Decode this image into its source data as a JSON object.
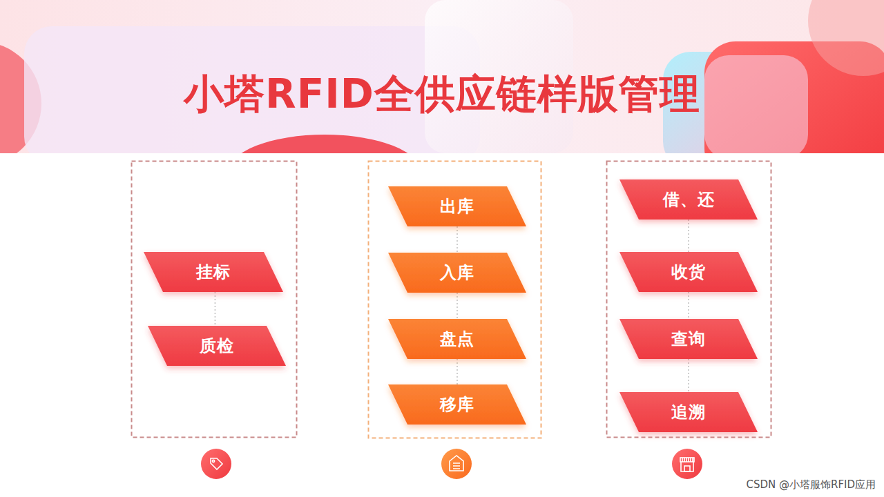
{
  "diagram": {
    "title": "小塔RFID全供应链样版管理",
    "nodes": [
      {
        "text": [
          "挂标"
        ]
      },
      {
        "text": [
          "质检"
        ]
      },
      {
        "text": [
          "出库"
        ]
      },
      {
        "text": [
          "入库"
        ]
      },
      {
        "text": [
          "盘点"
        ]
      },
      {
        "text": [
          "移库"
        ]
      },
      {
        "text": [
          "借、还"
        ]
      },
      {
        "text": [
          "收货"
        ]
      },
      {
        "text": [
          "查询"
        ]
      },
      {
        "text": [
          "追溯"
        ]
      }
    ],
    "edges": [
      {
        "from": 0,
        "to": 1,
        "arrow": "none"
      },
      {
        "from": 2,
        "to": 3,
        "arrow": "none"
      },
      {
        "from": 3,
        "to": 4,
        "arrow": "none"
      },
      {
        "from": 4,
        "to": 5,
        "arrow": "none"
      },
      {
        "from": 6,
        "to": 7,
        "arrow": "none"
      },
      {
        "from": 7,
        "to": 8,
        "arrow": "none"
      },
      {
        "from": 8,
        "to": 9,
        "arrow": "none"
      }
    ],
    "labels": [
      "CSDN @小塔服饰RFID应用"
    ]
  }
}
